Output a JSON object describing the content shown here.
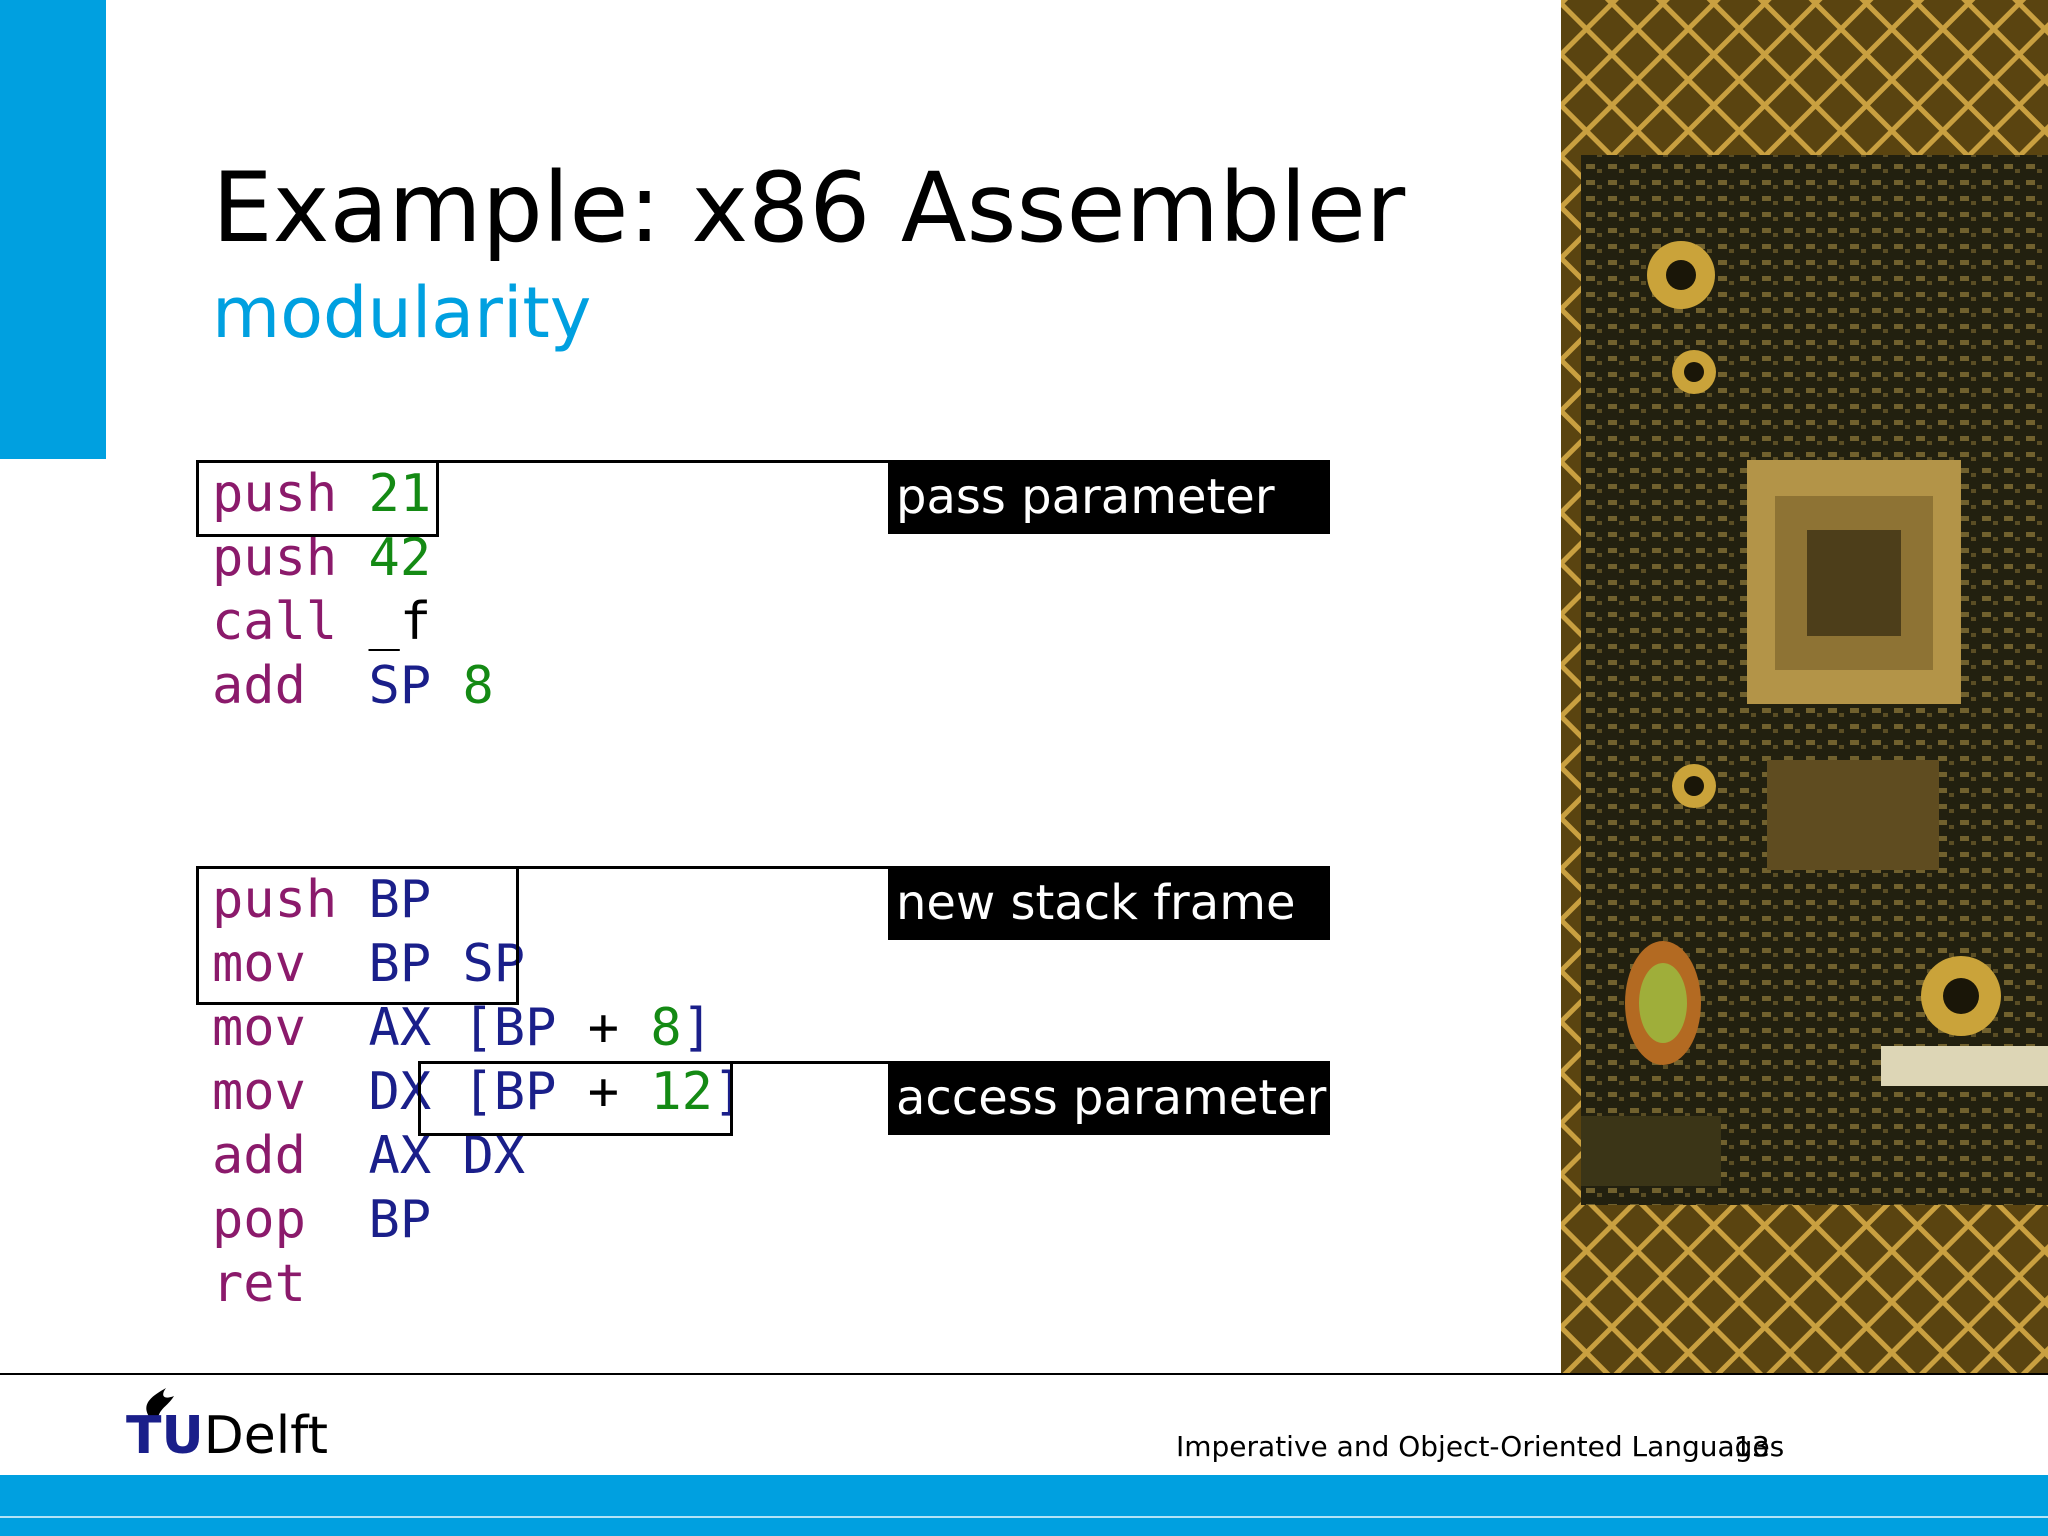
{
  "slide": {
    "title": "Example: x86 Assembler",
    "subtitle": "modularity"
  },
  "code_block_1": [
    {
      "op": "push",
      "args": [
        {
          "t": "num",
          "v": "21"
        }
      ]
    },
    {
      "op": "push",
      "args": [
        {
          "t": "num",
          "v": "42"
        }
      ]
    },
    {
      "op": "call",
      "args": [
        {
          "t": "plain",
          "v": "_f"
        }
      ]
    },
    {
      "op": "add",
      "args": [
        {
          "t": "reg",
          "v": "SP"
        },
        {
          "t": "num",
          "v": "8"
        }
      ]
    }
  ],
  "code_block_2": [
    {
      "op": "push",
      "args": [
        {
          "t": "reg",
          "v": "BP"
        }
      ]
    },
    {
      "op": "mov",
      "args": [
        {
          "t": "reg",
          "v": "BP"
        },
        {
          "t": "reg",
          "v": "SP"
        }
      ]
    },
    {
      "op": "mov",
      "args": [
        {
          "t": "reg",
          "v": "AX"
        },
        {
          "t": "reg",
          "v": "[BP"
        },
        {
          "t": "plain",
          "v": "+"
        },
        {
          "t": "num",
          "v": "8"
        },
        {
          "t": "reg",
          "v": "]"
        }
      ]
    },
    {
      "op": "mov",
      "args": [
        {
          "t": "reg",
          "v": "DX"
        },
        {
          "t": "reg",
          "v": "[BP"
        },
        {
          "t": "plain",
          "v": "+"
        },
        {
          "t": "num",
          "v": "12"
        },
        {
          "t": "reg",
          "v": "]"
        }
      ]
    },
    {
      "op": "add",
      "args": [
        {
          "t": "reg",
          "v": "AX"
        },
        {
          "t": "reg",
          "v": "DX"
        }
      ]
    },
    {
      "op": "pop",
      "args": [
        {
          "t": "reg",
          "v": "BP"
        }
      ]
    },
    {
      "op": "ret",
      "args": []
    }
  ],
  "labels": {
    "pass_parameter": "pass parameter",
    "new_stack_frame": "new stack frame",
    "access_parameter": "access parameter"
  },
  "footer": {
    "course": "Imperative and Object-Oriented Languages",
    "page": "13",
    "logo_tu": "TU",
    "logo_delft": "Delft"
  },
  "colors": {
    "accent": "#00a0e0",
    "keyword": "#8b1a6b",
    "number": "#148a14",
    "register": "#1a1f8a"
  },
  "icons": {
    "logo": "tu-delft-flame-logo",
    "photo": "circuit-board-photo"
  }
}
